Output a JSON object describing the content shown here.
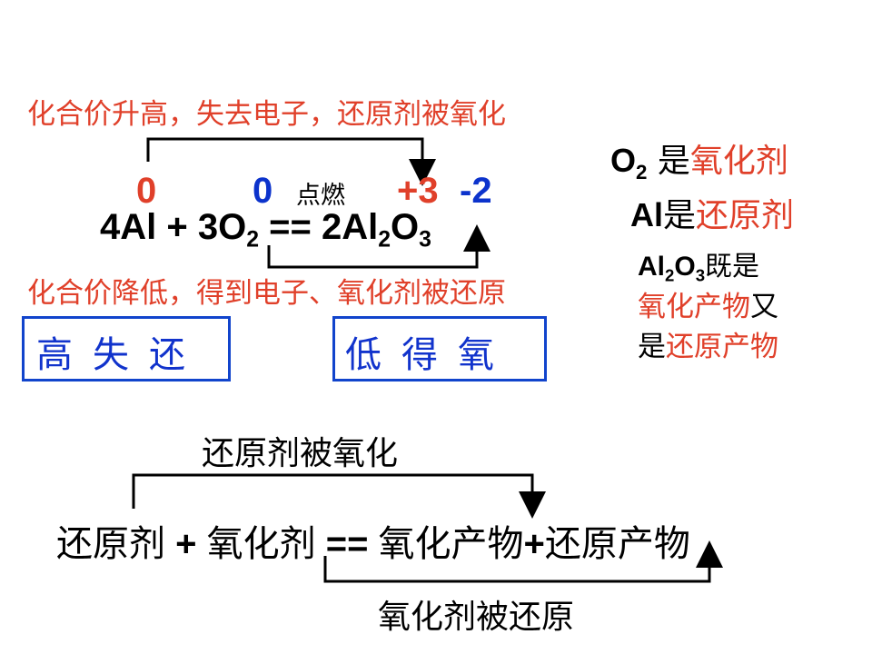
{
  "top": {
    "rise_text": "化合价升高，失去电子，还原剂被氧化",
    "ox_states": {
      "al_left": "0",
      "o_left": "0",
      "al_right": "+3",
      "o_right": "-2"
    },
    "condition": "点燃",
    "equation": {
      "lhs": "4Al + 3O",
      "o2_sub": "2",
      "mid": " == 2Al",
      "al_sub": "2",
      "o": "O",
      "o_sub": "3"
    },
    "fall_text": "化合价降低，得到电子、氧化剂被还原"
  },
  "mnemonics": {
    "left": "高失还",
    "right": "低得氧"
  },
  "side_notes": {
    "o2_prefix": "O",
    "o2_sub": "2",
    "o2_is": " 是",
    "o2_role": "氧化剂",
    "al_prefix": "Al",
    "al_is": "是",
    "al_role": "还原剂",
    "al2o3_a": "Al",
    "al2o3_sub1": "2",
    "al2o3_b": "O",
    "al2o3_sub2": "3",
    "al2o3_tail": "既是",
    "al2o3_role1": "氧化产物",
    "al2o3_and": "又",
    "al2o3_is": "是",
    "al2o3_role2": "还原产物"
  },
  "general": {
    "top_label": "还原剂被氧化",
    "reducer": "还原剂",
    "plus1": " + ",
    "oxidizer": "氧化剂",
    "eq": " == ",
    "ox_product": "氧化产物",
    "plus2": "+",
    "red_product": "还原产物",
    "bottom_label": "氧化剂被还原"
  }
}
